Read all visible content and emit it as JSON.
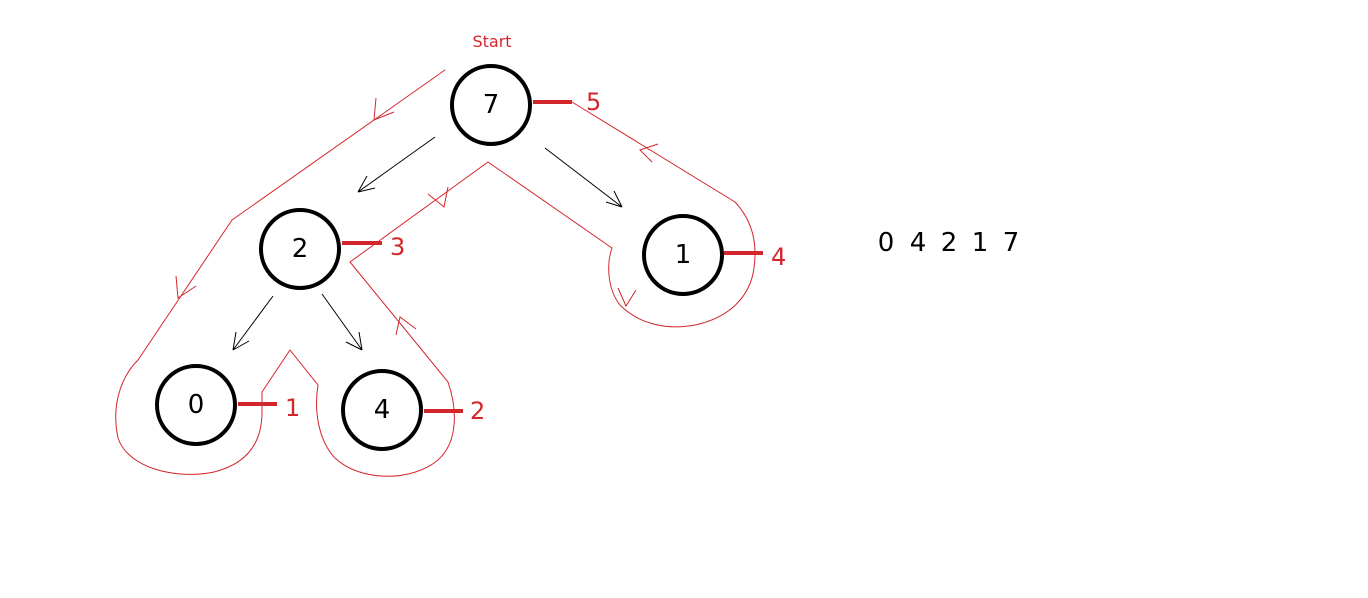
{
  "start_label": "Start",
  "nodes": [
    {
      "id": "n7",
      "label": "7",
      "order": "5"
    },
    {
      "id": "n2",
      "label": "2",
      "order": "3"
    },
    {
      "id": "n1",
      "label": "1",
      "order": "4"
    },
    {
      "id": "n0",
      "label": "0",
      "order": "1"
    },
    {
      "id": "n4",
      "label": "4",
      "order": "2"
    }
  ],
  "sequence": [
    "0",
    "4",
    "2",
    "1",
    "7"
  ],
  "colors": {
    "accent": "#d3262c",
    "node_stroke": "#000000"
  }
}
